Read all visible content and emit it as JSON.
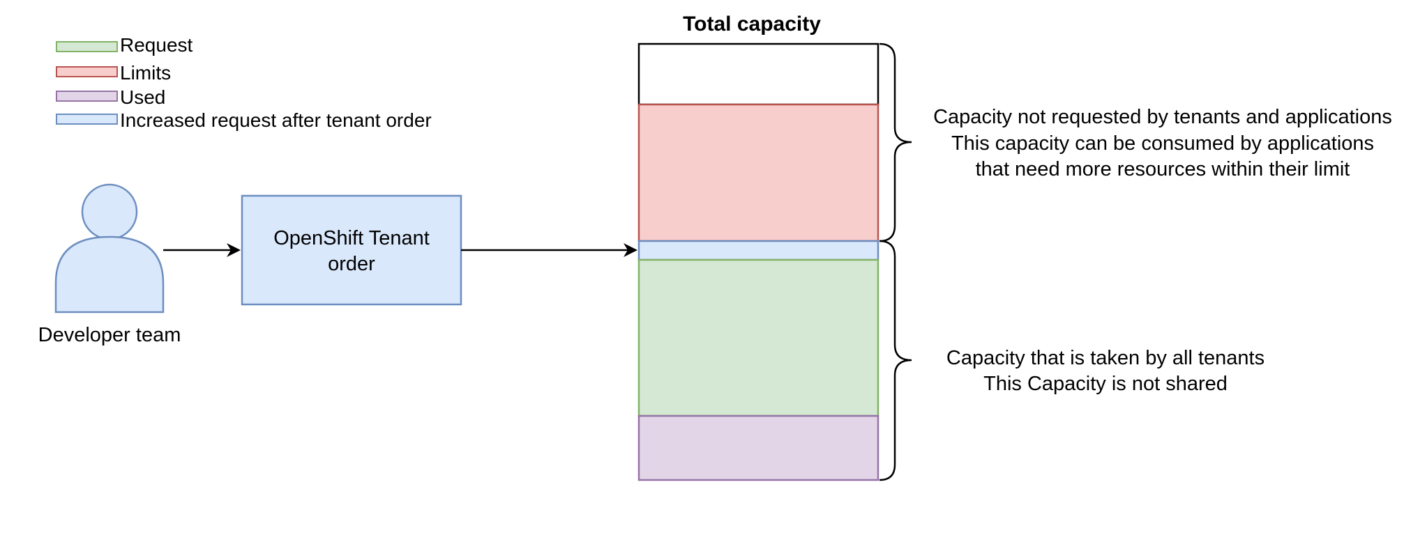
{
  "colors": {
    "request_fill": "#d5e8d4",
    "request_stroke": "#82b366",
    "limits_fill": "#f8cecc",
    "limits_stroke": "#b85450",
    "used_fill": "#e1d5e7",
    "used_stroke": "#9673a6",
    "increased_fill": "#dae8fc",
    "increased_stroke": "#6c8ebf",
    "line": "#000000"
  },
  "legend": {
    "request": "Request",
    "limits": "Limits",
    "used": "Used",
    "increased": "Increased request after tenant order"
  },
  "person": {
    "label": "Developer team",
    "icon": "person-icon"
  },
  "tenant_order": {
    "line1": "OpenShift Tenant",
    "line2": "order"
  },
  "capacity": {
    "title": "Total capacity",
    "segments": [
      "unrequested",
      "limits",
      "increased-request",
      "request",
      "used"
    ]
  },
  "notes": {
    "upper": {
      "line1": "Capacity not requested by tenants and applications",
      "line2": "This capacity can be consumed by applications",
      "line3": "that need more resources within their limit"
    },
    "lower": {
      "line1": "Capacity that is taken by all tenants",
      "line2": "This Capacity is not shared"
    }
  }
}
